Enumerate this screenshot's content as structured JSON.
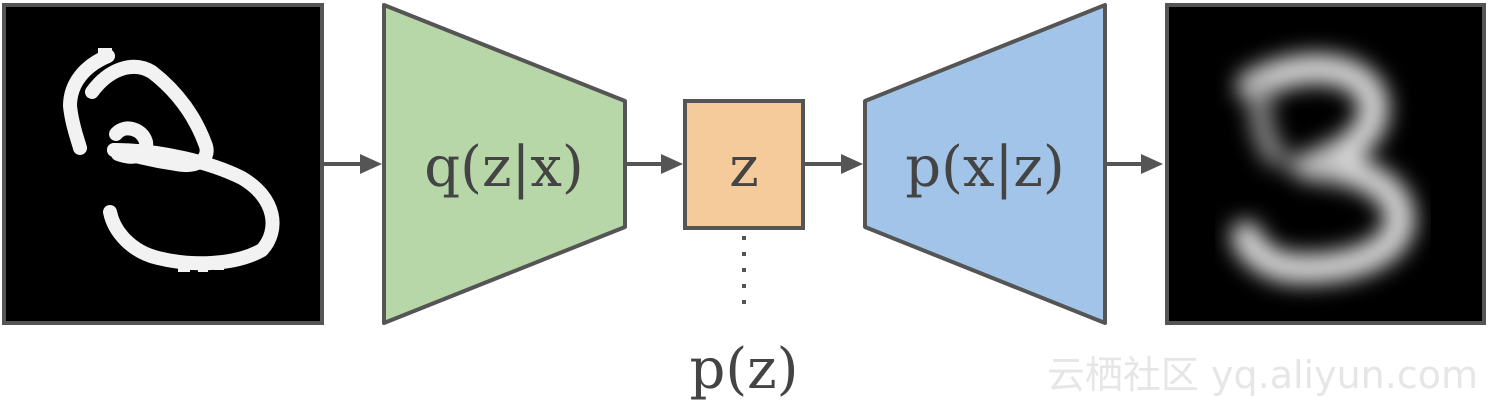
{
  "diagram": {
    "encoder_label": "q(z|x)",
    "latent_label": "z",
    "decoder_label": "p(x|z)",
    "prior_label": "p(z)",
    "input_image": "handwritten-digit-3-input",
    "output_image": "reconstructed-digit-3-output"
  },
  "colors": {
    "encoder_fill": "#b7d7a8",
    "latent_fill": "#f6cb9b",
    "decoder_fill": "#a2c4e8",
    "stroke": "#555555",
    "text": "#444444"
  },
  "watermark": {
    "text": "云栖社区 yq.aliyun.com"
  }
}
